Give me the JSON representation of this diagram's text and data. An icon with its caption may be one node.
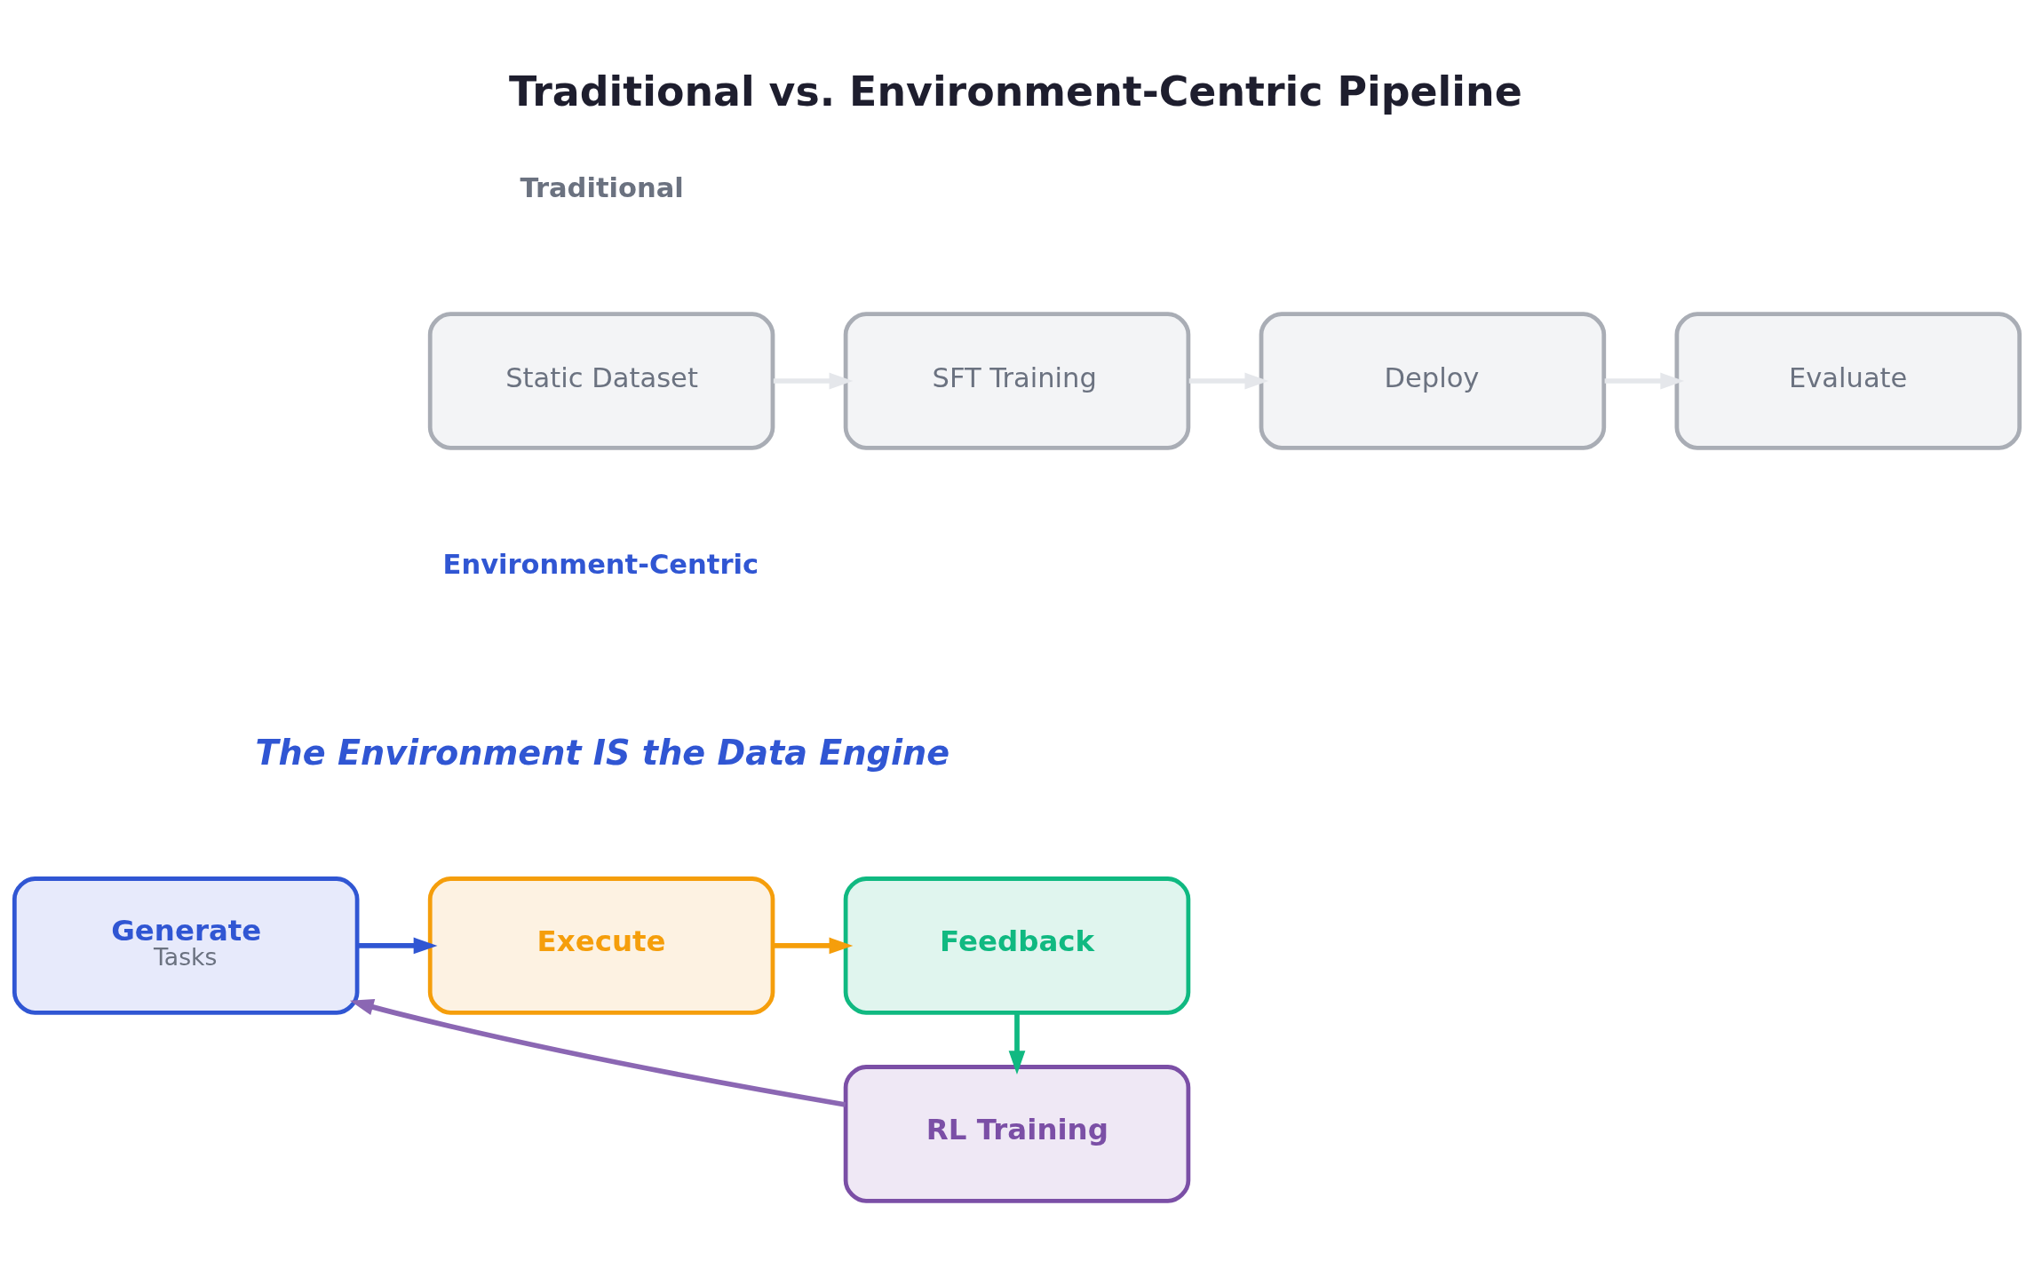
{
  "diagram": {
    "title": "Traditional vs. Environment-Centric Pipeline",
    "nodes": [
      {
        "text": [
          "Static Dataset"
        ]
      },
      {
        "text": [
          "SFT Training"
        ]
      },
      {
        "text": [
          "Deploy"
        ]
      },
      {
        "text": [
          "Evaluate"
        ]
      },
      {
        "text": [
          "Generate",
          "Tasks"
        ]
      },
      {
        "text": [
          "Execute"
        ]
      },
      {
        "text": [
          "Feedback"
        ]
      },
      {
        "text": [
          "RL Training"
        ]
      }
    ],
    "edges": [
      {
        "from": 0,
        "to": 1,
        "arrow": "to",
        "color": "#e5e7eb"
      },
      {
        "from": 1,
        "to": 2,
        "arrow": "to",
        "color": "#e5e7eb"
      },
      {
        "from": 2,
        "to": 3,
        "arrow": "to",
        "color": "#e5e7eb"
      },
      {
        "from": 4,
        "to": 5,
        "arrow": "to",
        "color": "#3056d3"
      },
      {
        "from": 5,
        "to": 6,
        "arrow": "to",
        "color": "#f59e0b"
      },
      {
        "from": 6,
        "to": 7,
        "arrow": "to",
        "color": "#10b981"
      },
      {
        "from": 7,
        "to": 4,
        "arrow": "to",
        "color": "#8b67b3"
      }
    ],
    "labels": [
      "Traditional",
      "Environment-Centric",
      "The Environment IS the Data Engine"
    ]
  }
}
